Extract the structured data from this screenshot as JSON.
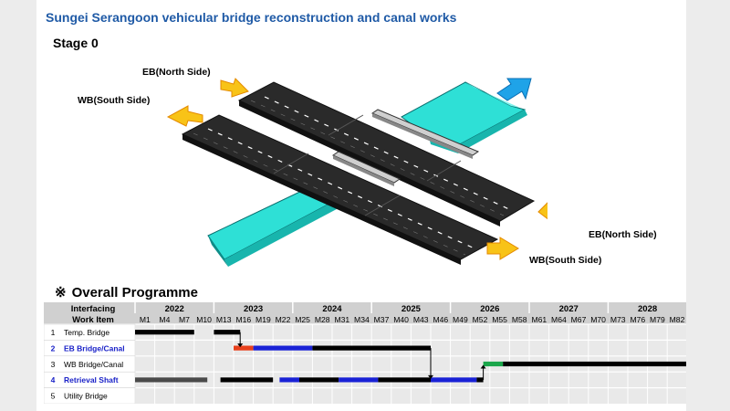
{
  "title": "Sungei Serangoon vehicular bridge reconstruction and canal works",
  "stage": "Stage 0",
  "labels": {
    "eb_north_top": "EB(North Side)",
    "wb_south_top": "WB(South Side)",
    "eb_north_bottom": "EB(North Side)",
    "wb_south_bottom": "WB(South Side)"
  },
  "programme": {
    "mark": "※",
    "title": "Overall Programme",
    "header_interfacing": "Interfacing",
    "header_work_item": "Work Item",
    "years": [
      {
        "label": "2022",
        "start": 0,
        "span": 4
      },
      {
        "label": "2023",
        "start": 4,
        "span": 4
      },
      {
        "label": "2024",
        "start": 8,
        "span": 4
      },
      {
        "label": "2025",
        "start": 12,
        "span": 4
      },
      {
        "label": "2026",
        "start": 16,
        "span": 4
      },
      {
        "label": "2027",
        "start": 20,
        "span": 4
      },
      {
        "label": "2028",
        "start": 24,
        "span": 4
      }
    ],
    "months": [
      "M1",
      "M4",
      "M7",
      "M10",
      "M13",
      "M16",
      "M19",
      "M22",
      "M25",
      "M28",
      "M31",
      "M34",
      "M37",
      "M40",
      "M43",
      "M46",
      "M49",
      "M52",
      "M55",
      "M58",
      "M61",
      "M64",
      "M67",
      "M70",
      "M73",
      "M76",
      "M79",
      "M82"
    ],
    "rows": [
      {
        "num": "1",
        "label": "Temp. Bridge",
        "highlight": false
      },
      {
        "num": "2",
        "label": "EB Bridge/Canal",
        "highlight": true
      },
      {
        "num": "3",
        "label": "WB Bridge/Canal",
        "highlight": false
      },
      {
        "num": "4",
        "label": "Retrieval Shaft",
        "highlight": true
      },
      {
        "num": "5",
        "label": "Utility Bridge",
        "highlight": false
      }
    ],
    "bars": [
      {
        "row": 0,
        "start": 1,
        "end": 10,
        "color": "#000000"
      },
      {
        "row": 0,
        "start": 13,
        "end": 17,
        "color": "#000000"
      },
      {
        "row": 1,
        "start": 16,
        "end": 19,
        "color": "#e8401c"
      },
      {
        "row": 1,
        "start": 19,
        "end": 28,
        "color": "#1a22d6"
      },
      {
        "row": 1,
        "start": 28,
        "end": 46,
        "color": "#000000"
      },
      {
        "row": 2,
        "start": 54,
        "end": 57,
        "color": "#1aa64a"
      },
      {
        "row": 2,
        "start": 57,
        "end": 85,
        "color": "#000000"
      },
      {
        "row": 3,
        "start": 1,
        "end": 12,
        "color": "#4a4a4a"
      },
      {
        "row": 3,
        "start": 14,
        "end": 22,
        "color": "#000000"
      },
      {
        "row": 3,
        "start": 23,
        "end": 26,
        "color": "#1a22d6"
      },
      {
        "row": 3,
        "start": 26,
        "end": 32,
        "color": "#000000"
      },
      {
        "row": 3,
        "start": 32,
        "end": 38,
        "color": "#1a22d6"
      },
      {
        "row": 3,
        "start": 38,
        "end": 46,
        "color": "#000000"
      },
      {
        "row": 3,
        "start": 46,
        "end": 53,
        "color": "#1a22d6"
      },
      {
        "row": 3,
        "start": 53,
        "end": 54,
        "color": "#000000"
      }
    ],
    "links": [
      {
        "from_row": 0,
        "at": 17,
        "to_row": 1
      },
      {
        "from_row": 1,
        "at": 46,
        "to_row": 3
      },
      {
        "from_row": 3,
        "at": 54,
        "to_row": 2
      }
    ],
    "colors": {
      "header_fill": "#d0d0d0",
      "grid_fill": "#e9e9e9",
      "grid_line": "#ffffff",
      "highlight_text": "#1a22c8"
    }
  }
}
